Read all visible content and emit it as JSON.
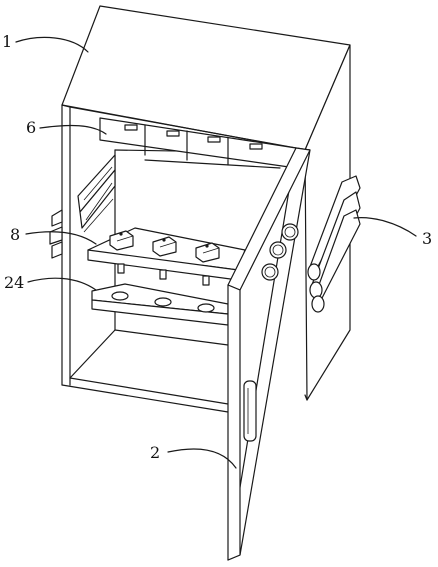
{
  "figure": {
    "labels": {
      "cabinet": "1",
      "door": "2",
      "side_assembly": "3",
      "top_drawer_row": "6",
      "switch_panel": "8",
      "lower_rail": "24"
    }
  },
  "colors": {
    "line": "#1a1a1a",
    "background": "#ffffff"
  }
}
